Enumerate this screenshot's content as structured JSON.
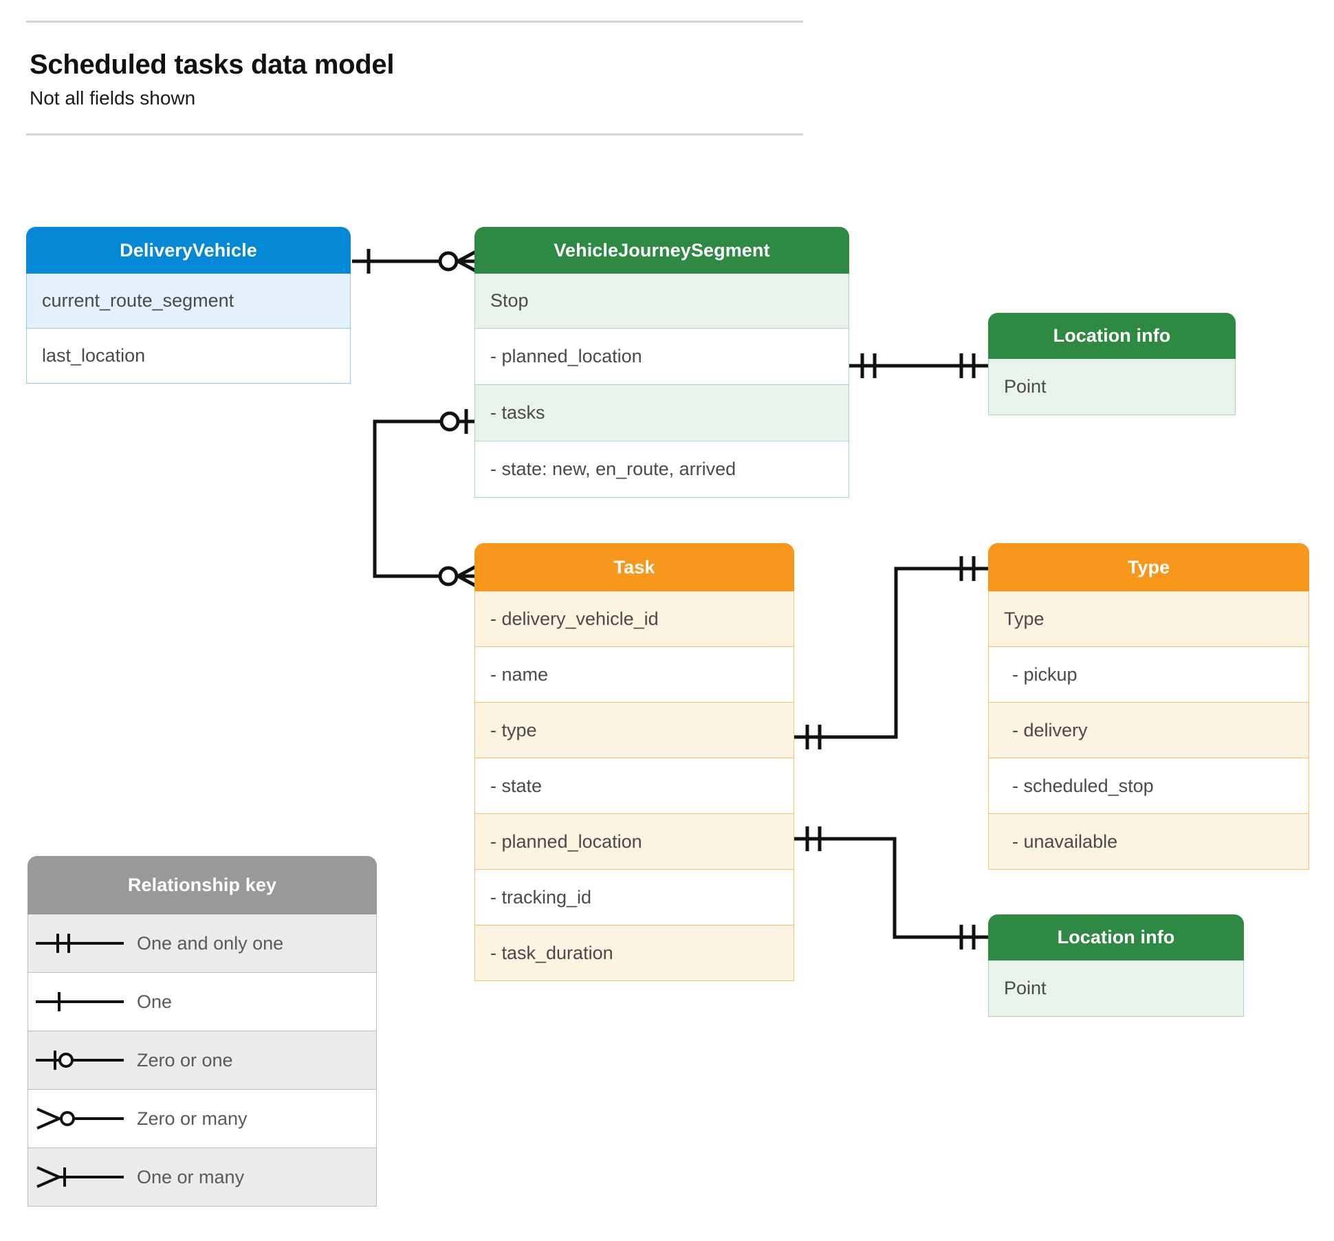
{
  "header": {
    "title": "Scheduled tasks data model",
    "subtitle": "Not all fields shown"
  },
  "entities": {
    "delivery_vehicle": {
      "title": "DeliveryVehicle",
      "color": "#0588d6",
      "rows": [
        "current_route_segment",
        "last_location"
      ]
    },
    "vehicle_journey_segment": {
      "title": "VehicleJourneySegment",
      "color": "#2e8943",
      "rows": [
        "Stop",
        "-  planned_location",
        "- tasks",
        "- state: new, en_route, arrived"
      ]
    },
    "location_info_top": {
      "title": "Location info",
      "color": "#2e8943",
      "rows": [
        "Point"
      ]
    },
    "location_info_bottom": {
      "title": "Location info",
      "color": "#2e8943",
      "rows": [
        "Point"
      ]
    },
    "task": {
      "title": "Task",
      "color": "#f7981d",
      "rows": [
        "- delivery_vehicle_id",
        "- name",
        "- type",
        "- state",
        "- planned_location",
        "- tracking_id",
        "- task_duration"
      ]
    },
    "type": {
      "title": "Type",
      "color": "#f7981d",
      "rows": [
        "Type",
        "-   pickup",
        "-   delivery",
        "-   scheduled_stop",
        "-   unavailable"
      ]
    }
  },
  "relationship_key": {
    "title": "Relationship key",
    "items": [
      {
        "symbol": "one-and-only-one",
        "label": "One and only one"
      },
      {
        "symbol": "one",
        "label": "One"
      },
      {
        "symbol": "zero-or-one",
        "label": "Zero or one"
      },
      {
        "symbol": "zero-or-many",
        "label": "Zero or many"
      },
      {
        "symbol": "one-or-many",
        "label": "One or many"
      }
    ]
  },
  "relationships": [
    {
      "from": "DeliveryVehicle",
      "to": "VehicleJourneySegment",
      "from_cardinality": "One",
      "to_cardinality": "Zero or many"
    },
    {
      "from": "VehicleJourneySegment.planned_location",
      "to": "Location info",
      "from_cardinality": "One and only one",
      "to_cardinality": "One and only one"
    },
    {
      "from": "VehicleJourneySegment.tasks",
      "to": "Task",
      "from_cardinality": "Zero or one",
      "to_cardinality": "Zero or many"
    },
    {
      "from": "Task.type",
      "to": "Type",
      "from_cardinality": "One and only one",
      "to_cardinality": "One and only one"
    },
    {
      "from": "Task.planned_location",
      "to": "Location info",
      "from_cardinality": "One and only one",
      "to_cardinality": "One and only one"
    }
  ],
  "colors": {
    "blue": "#0588d6",
    "green": "#2e8943",
    "orange": "#f7981d",
    "gray": "#999999",
    "line": "#111111",
    "rule": "#d6d6d6"
  }
}
